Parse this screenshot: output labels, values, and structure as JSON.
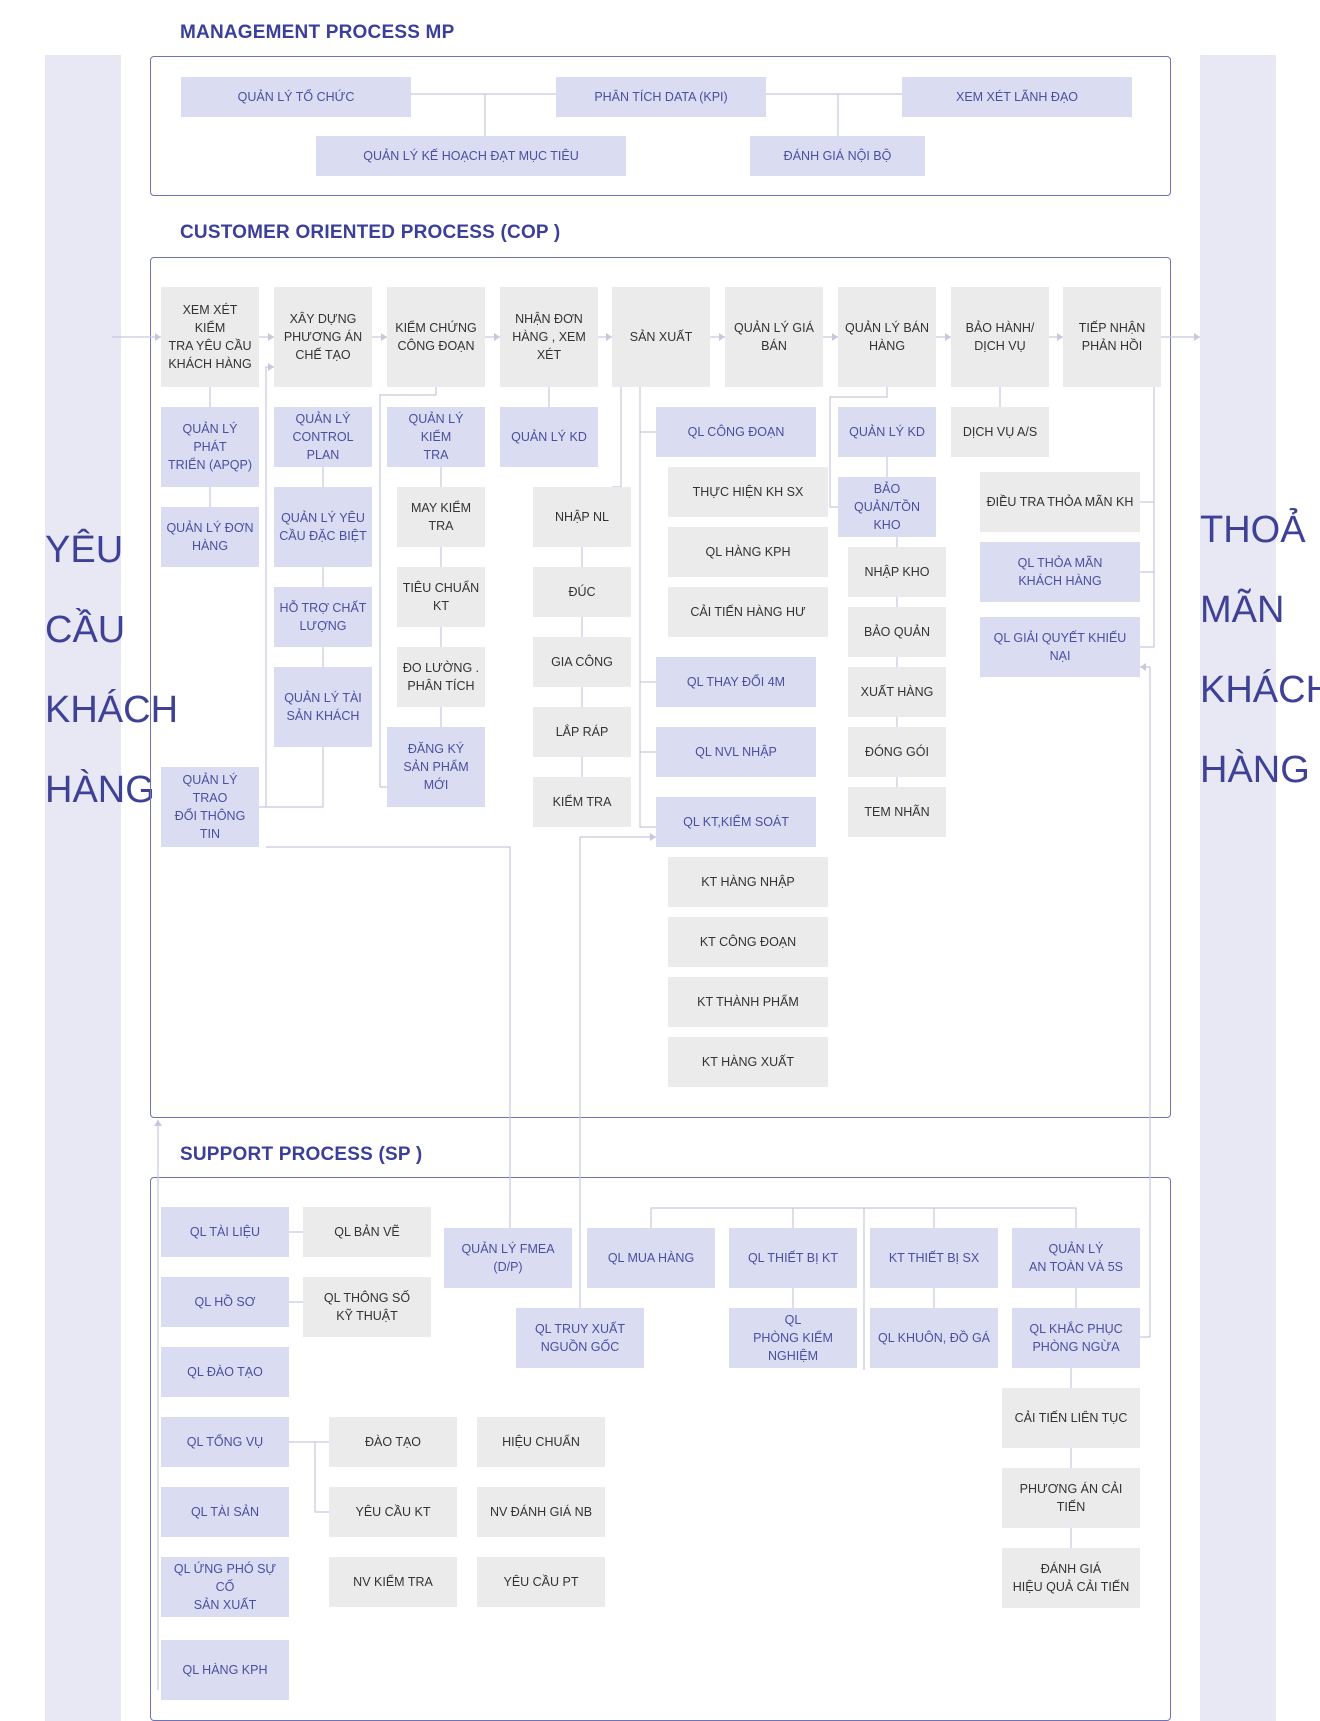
{
  "left_band": "YÊU\n\nCẦU\n\nKHÁCH\n\nHÀNG",
  "right_band": "THOẢ\n\nMÃN\n\nKHÁCH\n\nHÀNG",
  "colors": {
    "purple_box": "#dadcf2",
    "gray_box": "#ebebeb",
    "title": "#3b3f99",
    "frame": "#6f73b6",
    "side_band": "#e7e8f3"
  },
  "sections": {
    "mp": {
      "title": "MANAGEMENT PROCESS MP",
      "boxes": [
        {
          "id": "mp1",
          "text": "QUẢN LÝ TỔ CHỨC",
          "style": "p"
        },
        {
          "id": "mp2",
          "text": "PHÂN TÍCH DATA  (KPI)",
          "style": "p"
        },
        {
          "id": "mp3",
          "text": "XEM XÉT LÃNH ĐẠO",
          "style": "p"
        },
        {
          "id": "mp4",
          "text": "QUẢN LÝ KẾ HOẠCH ĐẠT MỤC TIÊU",
          "style": "p"
        },
        {
          "id": "mp5",
          "text": "ĐÁNH GIÁ NỘI BỘ",
          "style": "p"
        }
      ]
    },
    "cop": {
      "title": "CUSTOMER ORIENTED PROCESS (COP )",
      "boxes": [
        {
          "id": "c1",
          "text": "XEM XÉT KIỂM\nTRA YÊU CẦU\nKHÁCH HÀNG",
          "style": "g"
        },
        {
          "id": "c2",
          "text": "XÂY DỰNG\nPHƯƠNG ÁN\nCHẾ TẠO",
          "style": "g"
        },
        {
          "id": "c3",
          "text": "KIỂM CHỨNG\nCÔNG ĐOẠN",
          "style": "g"
        },
        {
          "id": "c4",
          "text": "NHẬN ĐƠN\nHÀNG , XEM\nXÉT",
          "style": "g"
        },
        {
          "id": "c5",
          "text": "SẢN XUẤT",
          "style": "g"
        },
        {
          "id": "c6",
          "text": "QUẢN LÝ GIÁ\nBÁN",
          "style": "g"
        },
        {
          "id": "c7",
          "text": "QUẢN LÝ BÁN\nHÀNG",
          "style": "g"
        },
        {
          "id": "c8",
          "text": "BẢO HÀNH/\nDỊCH VỤ",
          "style": "g"
        },
        {
          "id": "c9",
          "text": "TIẾP NHẬN\nPHẢN HỒI",
          "style": "g"
        },
        {
          "id": "a1",
          "text": "QUẢN LÝ PHÁT\nTRIỂN (APQP)",
          "style": "p"
        },
        {
          "id": "a2",
          "text": "QUẢN LÝ ĐƠN\nHÀNG",
          "style": "p"
        },
        {
          "id": "a3",
          "text": "QUẢN LÝ  TRAO\nĐỔI THÔNG TIN",
          "style": "p"
        },
        {
          "id": "b1",
          "text": "QUẢN LÝ\nCONTROL PLAN",
          "style": "p"
        },
        {
          "id": "b2",
          "text": "QUẢN LÝ  YÊU\nCẦU ĐẶC BIỆT",
          "style": "p"
        },
        {
          "id": "b3",
          "text": "HỖ TRỢ CHẤT\nLƯỢNG",
          "style": "p"
        },
        {
          "id": "b4",
          "text": "QUẢN LÝ TÀI\nSẢN KHÁCH",
          "style": "p"
        },
        {
          "id": "d1",
          "text": "QUẢN LÝ KIỂM\nTRA",
          "style": "p"
        },
        {
          "id": "d2",
          "text": "MAY KIỂM TRA",
          "style": "g"
        },
        {
          "id": "d3",
          "text": "TIÊU CHUẨN\nKT",
          "style": "g"
        },
        {
          "id": "d4",
          "text": "ĐO LƯỜNG .\nPHÂN TÍCH",
          "style": "g"
        },
        {
          "id": "d5",
          "text": "ĐĂNG KÝ\nSẢN PHẨM\nMỚI",
          "style": "p"
        },
        {
          "id": "e1",
          "text": "QUẢN LÝ KD",
          "style": "p"
        },
        {
          "id": "e2",
          "text": "NHẬP NL",
          "style": "g"
        },
        {
          "id": "e3",
          "text": "ĐÚC",
          "style": "g"
        },
        {
          "id": "e4",
          "text": "GIA CÔNG",
          "style": "g"
        },
        {
          "id": "e5",
          "text": "LẮP RÁP",
          "style": "g"
        },
        {
          "id": "e6",
          "text": "KIỂM TRA",
          "style": "g"
        },
        {
          "id": "f1",
          "text": "QL CÔNG ĐOẠN",
          "style": "p"
        },
        {
          "id": "f2",
          "text": "THỰC HIỆN KH SX",
          "style": "g"
        },
        {
          "id": "f3",
          "text": "QL HÀNG KPH",
          "style": "g"
        },
        {
          "id": "f4",
          "text": "CẢI TIẾN HÀNG HƯ",
          "style": "g"
        },
        {
          "id": "f5",
          "text": "QL THAY ĐỔI 4M",
          "style": "p"
        },
        {
          "id": "f6",
          "text": "QL NVL NHẬP",
          "style": "p"
        },
        {
          "id": "f7",
          "text": "QL KT,KIỂM SOÁT",
          "style": "p"
        },
        {
          "id": "f8",
          "text": "KT HÀNG NHẬP",
          "style": "g"
        },
        {
          "id": "f9",
          "text": "KT CÔNG ĐOẠN",
          "style": "g"
        },
        {
          "id": "f10",
          "text": "KT THÀNH PHẨM",
          "style": "g"
        },
        {
          "id": "f11",
          "text": "KT HÀNG XUẤT",
          "style": "g"
        },
        {
          "id": "g1",
          "text": "QUẢN LÝ KD",
          "style": "p"
        },
        {
          "id": "g2",
          "text": "BẢO QUẢN/TỒN\nKHO",
          "style": "p"
        },
        {
          "id": "g3",
          "text": "NHẬP KHO",
          "style": "g"
        },
        {
          "id": "g4",
          "text": "BẢO QUẢN",
          "style": "g"
        },
        {
          "id": "g5",
          "text": "XUẤT HÀNG",
          "style": "g"
        },
        {
          "id": "g6",
          "text": "ĐÓNG GÓI",
          "style": "g"
        },
        {
          "id": "g7",
          "text": "TEM NHÃN",
          "style": "g"
        },
        {
          "id": "h1",
          "text": "DỊCH VỤ A/S",
          "style": "g"
        },
        {
          "id": "i1",
          "text": "ĐIỀU TRA THỎA MÃN KH",
          "style": "g"
        },
        {
          "id": "i2",
          "text": "QL THỎA MÃN\nKHÁCH HÀNG",
          "style": "p"
        },
        {
          "id": "i3",
          "text": "QL GIẢI QUYẾT KHIẾU NẠI",
          "style": "p"
        }
      ]
    },
    "sp": {
      "title": "SUPPORT PROCESS (SP )",
      "boxes": [
        {
          "id": "s1",
          "text": "QL TÀI LIỆU",
          "style": "p"
        },
        {
          "id": "s2",
          "text": "QL HỒ SƠ",
          "style": "p"
        },
        {
          "id": "s3",
          "text": "QL ĐÀO TẠO",
          "style": "p"
        },
        {
          "id": "s4",
          "text": "QL TỔNG VỤ",
          "style": "p"
        },
        {
          "id": "s5",
          "text": "QL TÀI SẢN",
          "style": "p"
        },
        {
          "id": "s6",
          "text": "QL ỨNG PHÓ SỰ CỐ\nSẢN XUẤT",
          "style": "p"
        },
        {
          "id": "s7",
          "text": "QL HÀNG KPH",
          "style": "p"
        },
        {
          "id": "t1",
          "text": "QL BẢN VẼ",
          "style": "g"
        },
        {
          "id": "t2",
          "text": "QL THÔNG SỐ\nKỸ THUẬT",
          "style": "g"
        },
        {
          "id": "u1",
          "text": "QUẢN LÝ FMEA (D/P)",
          "style": "p"
        },
        {
          "id": "u2",
          "text": "QL TRUY XUẤT\nNGUỒN GỐC",
          "style": "p"
        },
        {
          "id": "v1",
          "text": "QL MUA HÀNG",
          "style": "p"
        },
        {
          "id": "v2",
          "text": "QL THIẾT BỊ KT",
          "style": "p"
        },
        {
          "id": "v3",
          "text": "QL\nPHÒNG KIỂM NGHIỆM",
          "style": "p"
        },
        {
          "id": "v4",
          "text": "KT THIẾT BỊ SX",
          "style": "p"
        },
        {
          "id": "v5",
          "text": "QL KHUÔN, ĐỒ GÁ",
          "style": "p"
        },
        {
          "id": "v6",
          "text": "QUẢN LÝ\nAN TOÀN VÀ 5S",
          "style": "p"
        },
        {
          "id": "v7",
          "text": "QL KHẮC PHỤC\nPHÒNG NGỪA",
          "style": "p"
        },
        {
          "id": "w1",
          "text": "ĐÀO TẠO",
          "style": "g"
        },
        {
          "id": "w2",
          "text": "YÊU CẦU KT",
          "style": "g"
        },
        {
          "id": "w3",
          "text": "NV KIỂM TRA",
          "style": "g"
        },
        {
          "id": "x1",
          "text": "HIỆU CHUẨN",
          "style": "g"
        },
        {
          "id": "x2",
          "text": "NV ĐÁNH GIÁ NB",
          "style": "g"
        },
        {
          "id": "x3",
          "text": "YÊU CẦU PT",
          "style": "g"
        },
        {
          "id": "y1",
          "text": "CẢI TIẾN LIÊN TỤC",
          "style": "g"
        },
        {
          "id": "y2",
          "text": "PHƯƠNG ÁN CẢI TIẾN",
          "style": "g"
        },
        {
          "id": "y3",
          "text": "ĐÁNH GIÁ\nHIỆU QUẢ CẢI TIẾN",
          "style": "g"
        }
      ]
    }
  }
}
